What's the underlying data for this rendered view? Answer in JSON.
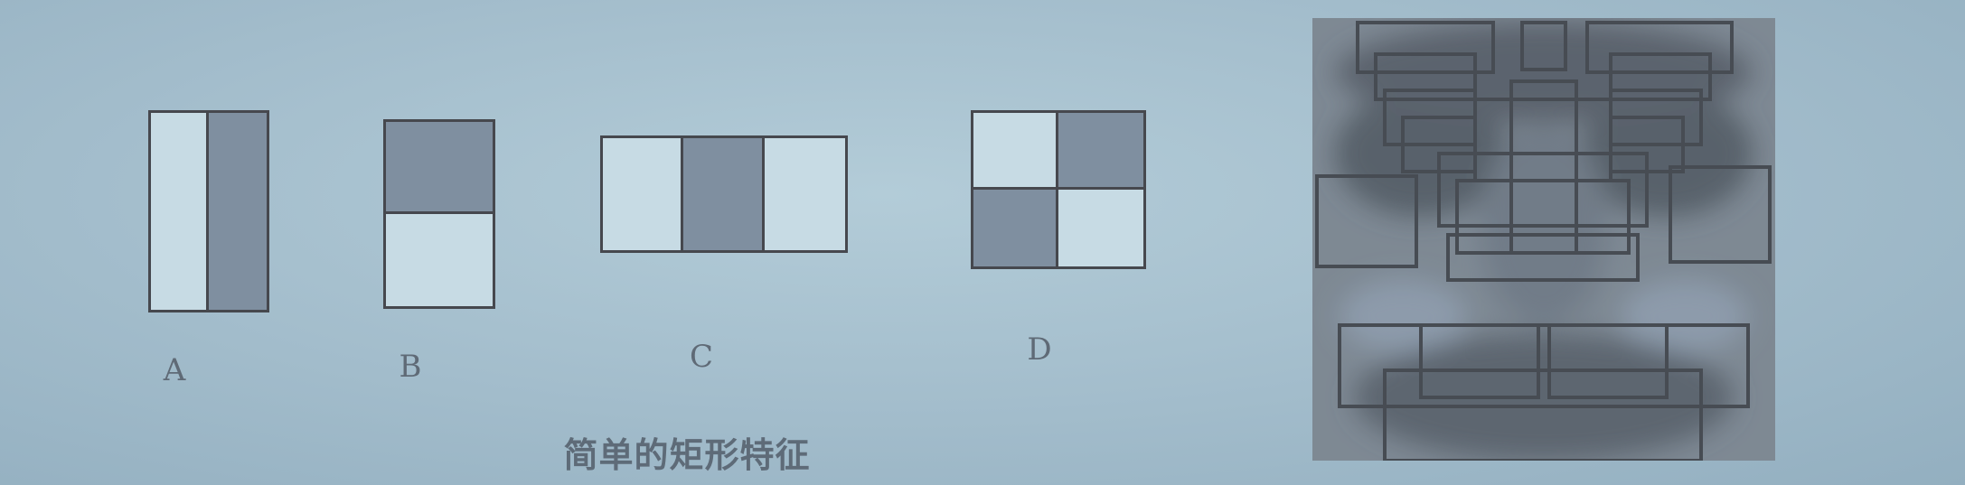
{
  "features": [
    {
      "id": "A",
      "label": "A"
    },
    {
      "id": "B",
      "label": "B"
    },
    {
      "id": "C",
      "label": "C"
    },
    {
      "id": "D",
      "label": "D"
    }
  ],
  "caption": "简单的矩形特征",
  "colors": {
    "background": "#a9c2cf",
    "outline": "#46484e",
    "dark_region": "#7f8fa0",
    "light_region": "#c7dbe4"
  }
}
